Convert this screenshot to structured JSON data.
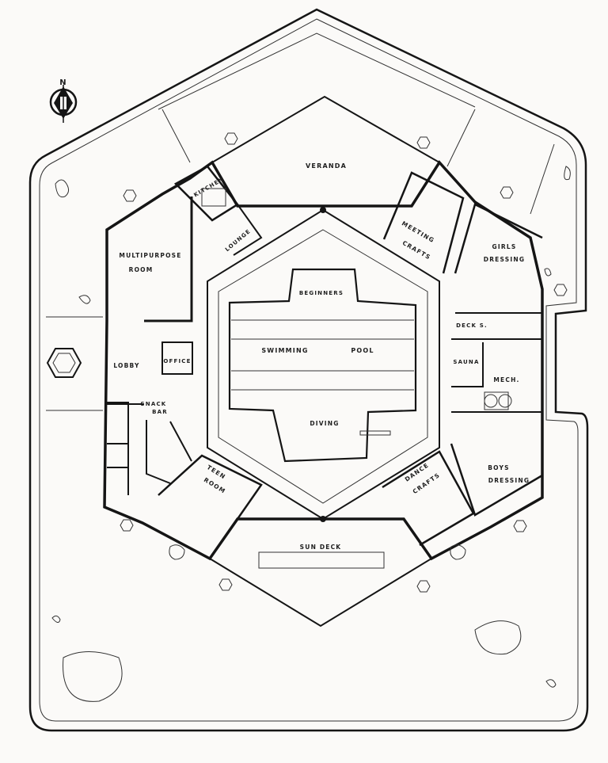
{
  "north": "N",
  "labels": {
    "veranda": "VERANDA",
    "kitchen": "KITCHEN",
    "lounge": "LOUNGE",
    "multipurpose_1": "MULTIPURPOSE",
    "multipurpose_2": "ROOM",
    "meeting_1": "MEETING",
    "meeting_2": "CRAFTS",
    "girls_1": "GIRLS",
    "girls_2": "DRESSING",
    "beginners": "BEGINNERS",
    "swimming": "SWIMMING",
    "pool": "POOL",
    "deck_s": "DECK S.",
    "lobby": "LOBBY",
    "office": "OFFICE",
    "sauna": "SAUNA",
    "mech": "MECH.",
    "snack_1": "SNACK",
    "snack_2": "BAR",
    "diving": "DIVING",
    "teen_1": "TEEN",
    "teen_2": "ROOM",
    "dance_1": "DANCE",
    "dance_2": "CRAFTS",
    "boys_1": "BOYS",
    "boys_2": "DRESSING",
    "sun_deck": "SUN DECK"
  }
}
